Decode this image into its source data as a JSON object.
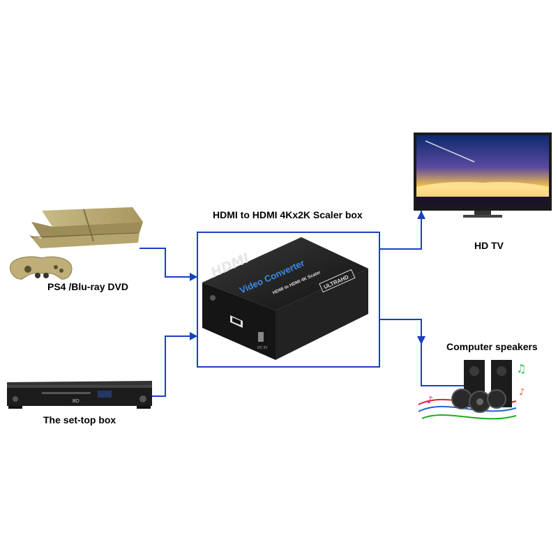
{
  "title": "HDMI to HDMI  4Kx2K Scaler box",
  "devices": {
    "ps4": "PS4 /Blu-ray DVD",
    "settop": "The set-top box",
    "tv": "HD TV",
    "speakers": "Computer speakers"
  },
  "converter": {
    "logo": "HDMI",
    "name": "Video Converter",
    "subtitle": "HDMI to HDMI 4K Scaler",
    "badge": "ULTRAHD",
    "port_label": "DC 5V"
  },
  "player_display": "BD",
  "colors": {
    "connector": "#1a3fc4",
    "device_body": "#1c1c1c",
    "ps4": "#b7a774"
  }
}
